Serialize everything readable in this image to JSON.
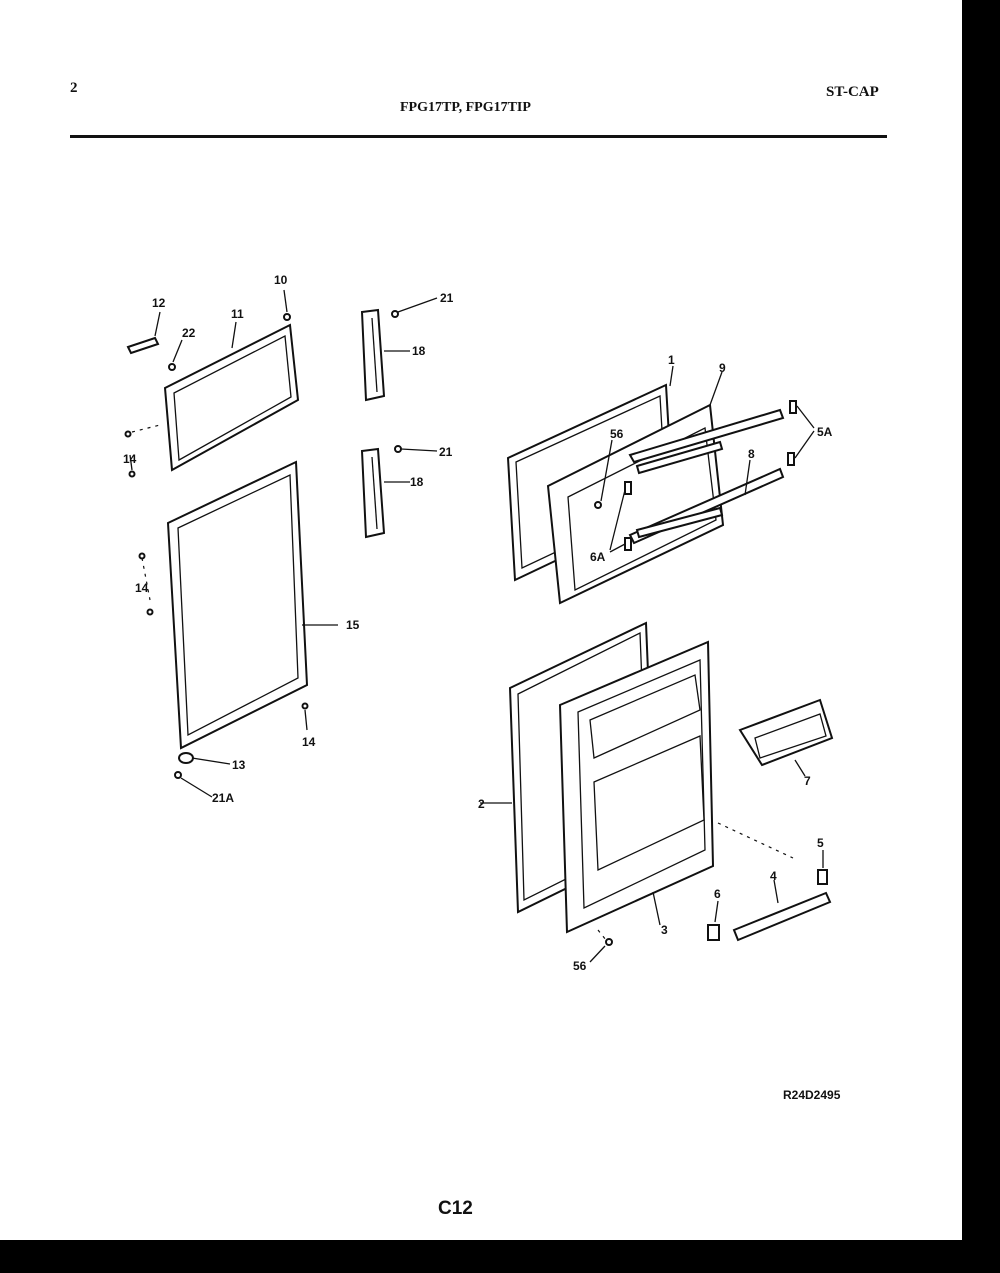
{
  "header": {
    "page_number": "2",
    "model_title": "FPG17TP, FPG17TIP",
    "section_code": "ST-CAP"
  },
  "footer": {
    "drawing_ref": "R24D2495",
    "page_code": "C12"
  },
  "callouts": {
    "c1": "1",
    "c2": "2",
    "c3": "3",
    "c4": "4",
    "c5": "5",
    "c5a": "5A",
    "c6": "6",
    "c6a": "6A",
    "c7": "7",
    "c8": "8",
    "c9": "9",
    "c10": "10",
    "c11": "11",
    "c12": "12",
    "c13": "13",
    "c14a": "14",
    "c14b": "14",
    "c14c": "14",
    "c15": "15",
    "c18a": "18",
    "c18b": "18",
    "c21a": "21",
    "c21b": "21",
    "c21c": "21A",
    "c22": "22",
    "c56a": "56",
    "c56b": "56"
  }
}
